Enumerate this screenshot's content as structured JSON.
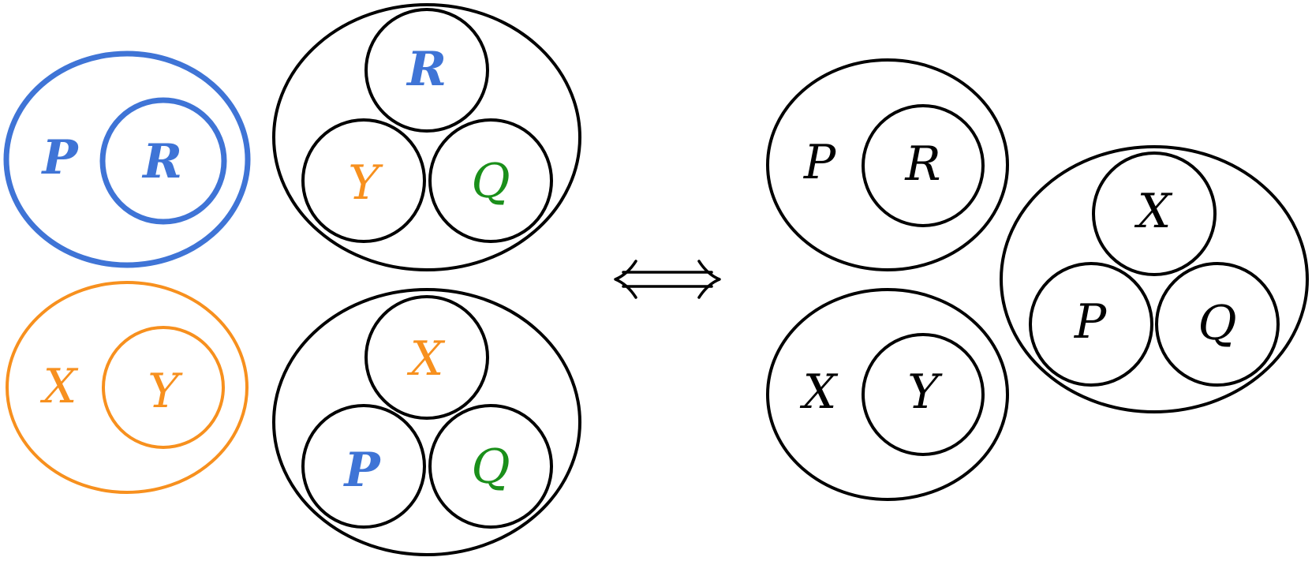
{
  "colors": {
    "blue": "#3f74d6",
    "orange": "#f7901e",
    "green": "#1a8f1a",
    "black": "#000000"
  },
  "left": {
    "group_blue": {
      "outer_label": "P",
      "inner_label": "R"
    },
    "group_orange": {
      "outer_label": "X",
      "inner_label": "Y"
    },
    "triad_top": {
      "top": "R",
      "left": "Y",
      "right": "Q"
    },
    "triad_bottom": {
      "top": "X",
      "left": "P",
      "right": "Q"
    }
  },
  "equivalence_symbol": "⟺",
  "right": {
    "group_top": {
      "outer_label": "P",
      "inner_label": "R"
    },
    "group_bottom": {
      "outer_label": "X",
      "inner_label": "Y"
    },
    "triad": {
      "top": "X",
      "left": "P",
      "right": "Q"
    }
  }
}
